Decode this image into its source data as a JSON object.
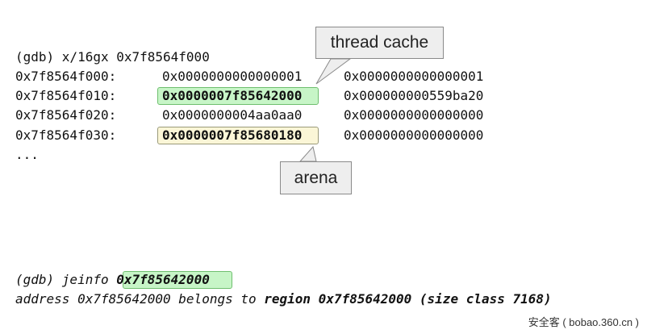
{
  "dump": {
    "command": "(gdb) x/16gx 0x7f8564f000",
    "rows": [
      {
        "addr": "0x7f8564f000:",
        "col1": "0x0000000000000001",
        "col2": "0x0000000000000001"
      },
      {
        "addr": "0x7f8564f010:",
        "col1": "0x0000007f85642000",
        "col2": "0x000000000559ba20"
      },
      {
        "addr": "0x7f8564f020:",
        "col1": "0x0000000004aa0aa0",
        "col2": "0x0000000000000000"
      },
      {
        "addr": "0x7f8564f030:",
        "col1": "0x0000007f85680180",
        "col2": "0x0000000000000000"
      }
    ],
    "ellipsis": "..."
  },
  "callouts": {
    "thread_cache": "thread cache",
    "arena": "arena"
  },
  "jeinfo": {
    "prompt": "(gdb) jeinfo ",
    "arg": "0x7f85642000",
    "result_prefix": "address 0x7f85642000 belongs to ",
    "result_bold": "region 0x7f85642000 (size class 7168)"
  },
  "watermark": "安全客 ( bobao.360.cn )",
  "colors": {
    "highlight_green": "#c7f5c7",
    "highlight_yellow": "#fbf6d7",
    "callout_bg": "#eeeeee"
  }
}
